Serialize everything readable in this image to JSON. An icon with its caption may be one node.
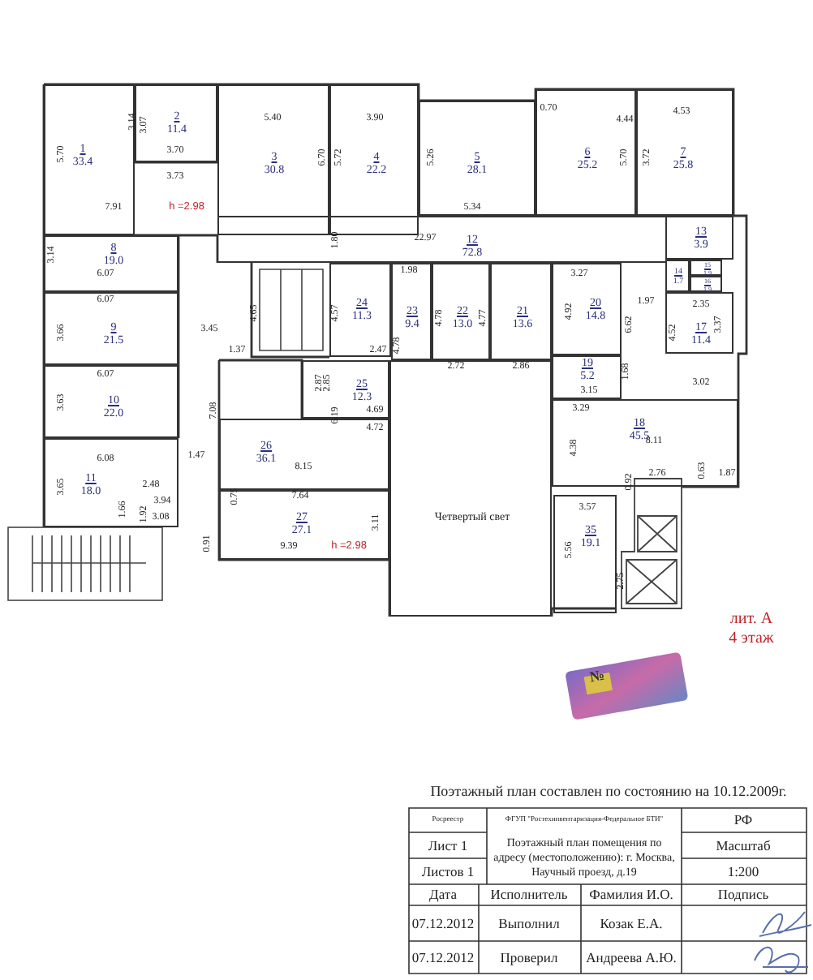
{
  "diagram": {
    "nodes": [
      {
        "text": [
          "1",
          "33.4"
        ]
      },
      {
        "text": [
          "2",
          "11.4"
        ]
      },
      {
        "text": [
          "3",
          "30.8"
        ]
      },
      {
        "text": [
          "4",
          "22.2"
        ]
      },
      {
        "text": [
          "5",
          "28.1"
        ]
      },
      {
        "text": [
          "6",
          "25.2"
        ]
      },
      {
        "text": [
          "7",
          "25.8"
        ]
      },
      {
        "text": [
          "8",
          "19.0"
        ]
      },
      {
        "text": [
          "9",
          "21.5"
        ]
      },
      {
        "text": [
          "10",
          "22.0"
        ]
      },
      {
        "text": [
          "11",
          "18.0"
        ]
      },
      {
        "text": [
          "12",
          "72.8"
        ]
      },
      {
        "text": [
          "13",
          "3.9"
        ]
      },
      {
        "text": [
          "14",
          "1.7"
        ]
      },
      {
        "text": [
          "15",
          "1.9"
        ]
      },
      {
        "text": [
          "16",
          "1.9"
        ]
      },
      {
        "text": [
          "17",
          "11.4"
        ]
      },
      {
        "text": [
          "18",
          "45.5"
        ]
      },
      {
        "text": [
          "19",
          "5.2"
        ]
      },
      {
        "text": [
          "20",
          "14.8"
        ]
      },
      {
        "text": [
          "21",
          "13.6"
        ]
      },
      {
        "text": [
          "22",
          "13.0"
        ]
      },
      {
        "text": [
          "23",
          "9.4"
        ]
      },
      {
        "text": [
          "24",
          "11.3"
        ]
      },
      {
        "text": [
          "25",
          "12.3"
        ]
      },
      {
        "text": [
          "26",
          "36.1"
        ]
      },
      {
        "text": [
          "27",
          "27.1"
        ]
      },
      {
        "text": [
          "35",
          "19.1"
        ]
      },
      {
        "text": [
          "Четвертый свет"
        ]
      }
    ],
    "edges": [],
    "labels": [
      "5.70",
      "3.14",
      "3.07",
      "3.70",
      "3.73",
      "5.40",
      "6.70",
      "3.90",
      "5.72",
      "5.26",
      "0.70",
      "4.44",
      "5.70",
      "3.72",
      "4.53",
      "7.91",
      "h =2.98",
      "5.34",
      "1.80",
      "22.97",
      "3.14",
      "6.07",
      "1.98",
      "3.27",
      "6.07",
      "4.65",
      "4.57",
      "4.78",
      "4.77",
      "4.92",
      "1.97",
      "2.35",
      "3.37",
      "3.66",
      "3.45",
      "6.62",
      "4.52",
      "1.37",
      "4.78",
      "2.47",
      "2.72",
      "2.86",
      "1.68",
      "3.15",
      "3.02",
      "6.07",
      "2.87",
      "2.85",
      "6.19",
      "4.69",
      "3.63",
      "7.08",
      "3.29",
      "4.72",
      "4.38",
      "8.11",
      "6.08",
      "1.47",
      "8.15",
      "2.76",
      "0.63",
      "1.87",
      "3.65",
      "2.48",
      "0.75",
      "7.64",
      "3.94",
      "1.66",
      "1.92",
      "3.11",
      "0.92",
      "3.57",
      "3.08",
      "0.91",
      "9.39",
      "h =2.98",
      "5.56",
      "2.75",
      "лит. А",
      "4 этаж",
      "№",
      "Поэтажный план составлен по состоянию на 10.12.2009г.",
      "Росреестр",
      "ФГУП \"Ростехинвентаризация-Федеральное БТИ\"",
      "РФ",
      "Лист 1",
      "Поэтажный план помещения по адресу (местоположению): г. Москва, Научный проезд, д.19",
      "Масштаб",
      "Листов 1",
      "1:200",
      "Дата",
      "Исполнитель",
      "Фамилия И.О.",
      "Подпись",
      "07.12.2012",
      "Выполнил",
      "Козак Е.А.",
      "07.12.2012",
      "Проверил",
      "Андреева А.Ю."
    ]
  }
}
